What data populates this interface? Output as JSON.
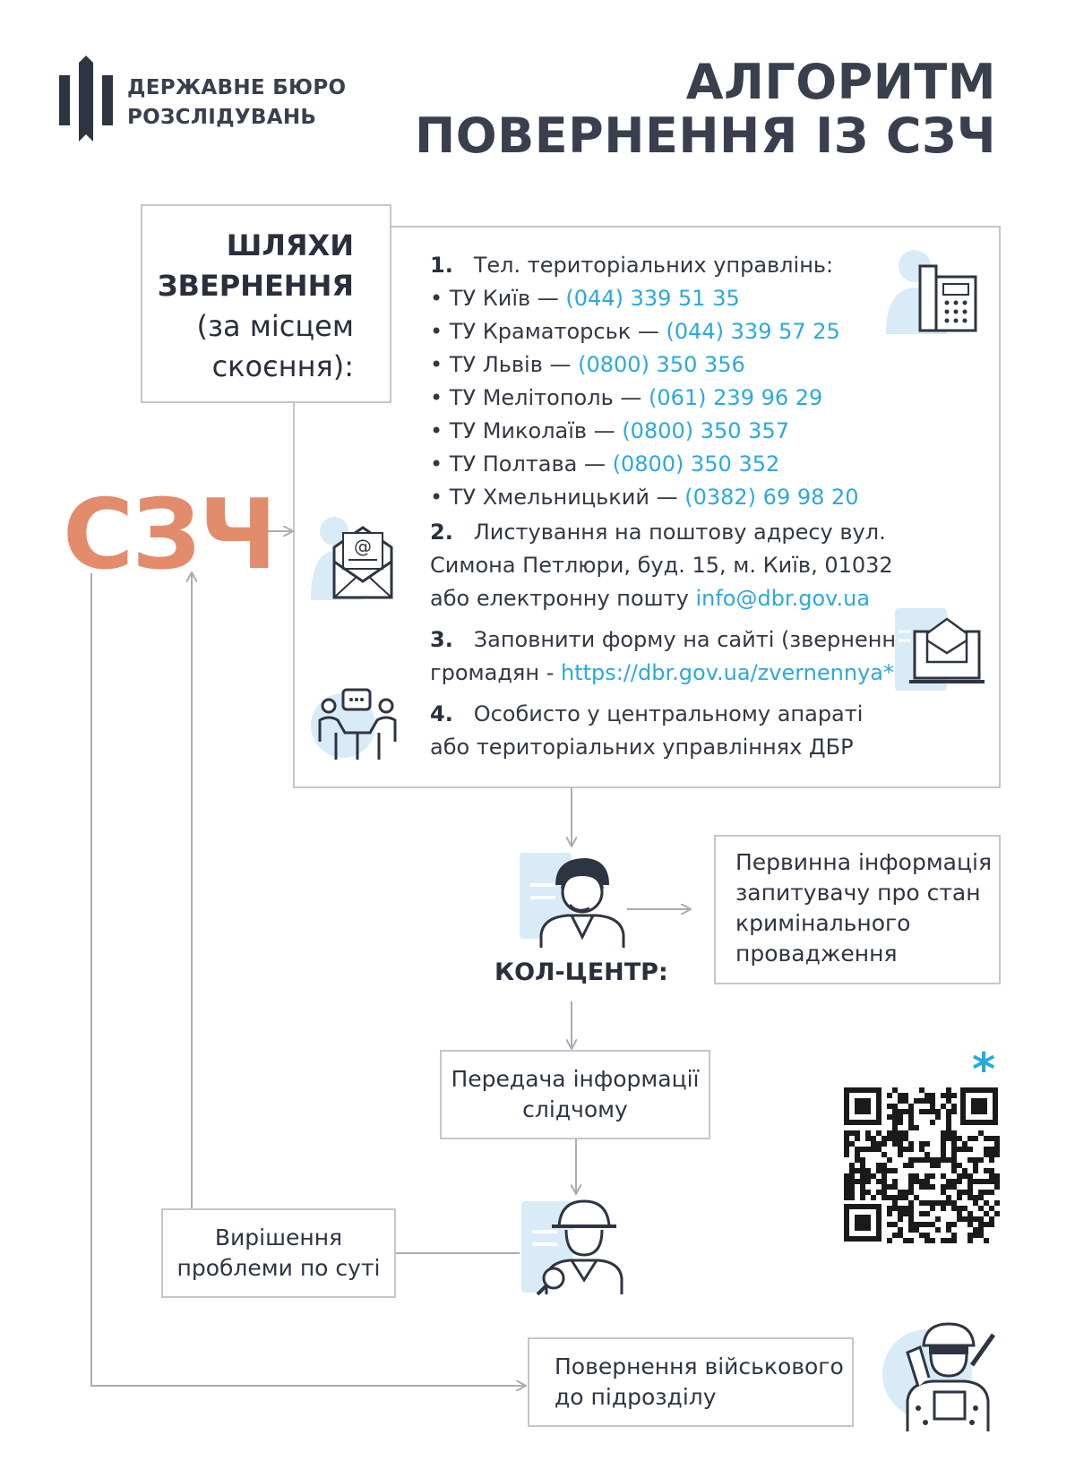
{
  "header": {
    "org_line1": "ДЕРЖАВНЕ БЮРО",
    "org_line2": "РОЗСЛІДУВАНЬ",
    "title_line1": "АЛГОРИТМ",
    "title_line2": "ПОВЕРНЕННЯ ІЗ СЗЧ"
  },
  "ways_box": {
    "line1": "ШЛЯХИ",
    "line2": "ЗВЕРНЕННЯ",
    "line3": "(за місцем",
    "line4": "скоєння):"
  },
  "szch": "СЗЧ",
  "contacts": {
    "item1_num": "1.",
    "item1_text": "Тел. територіальних управлінь:",
    "offices": [
      {
        "name": "ТУ Київ — ",
        "phone": "(044) 339 51 35"
      },
      {
        "name": "ТУ Краматорськ — ",
        "phone": "(044) 339 57 25"
      },
      {
        "name": "ТУ Львів — ",
        "phone": "(0800) 350 356"
      },
      {
        "name": "ТУ Мелітополь — ",
        "phone": "(061) 239 96 29"
      },
      {
        "name": "ТУ Миколаїв — ",
        "phone": "(0800) 350 357"
      },
      {
        "name": "ТУ Полтава — ",
        "phone": "(0800) 350 352"
      },
      {
        "name": "ТУ Хмельницький — ",
        "phone": "(0382) 69 98 20"
      }
    ],
    "item2_num": "2.",
    "item2_line1": "Листування на поштову адресу вул.",
    "item2_line2": "Симона Петлюри, буд. 15, м. Київ, 01032",
    "item2_line3": "або електронну пошту ",
    "item2_email": "info@dbr.gov.ua",
    "item3_num": "3.",
    "item3_line1": "Заповнити форму на сайті (звернення",
    "item3_line2": "громадян - ",
    "item3_link": "https://dbr.gov.ua/zvernennya*",
    "item3_close": ")",
    "item4_num": "4.",
    "item4_line1": "Особисто у центральному апараті",
    "item4_line2": "або територіальних управліннях ДБР"
  },
  "call_center": {
    "label": "КОЛ-ЦЕНТР:",
    "info_line1": "Первинна інформація",
    "info_line2": "запитувачу про стан",
    "info_line3": "кримінального",
    "info_line4": "провадження"
  },
  "transfer": {
    "line1": "Передача інформації",
    "line2": "слідчому"
  },
  "resolve": {
    "line1": "Вирішення",
    "line2": "проблеми по суті"
  },
  "return_box": {
    "line1": "Повернення військового",
    "line2": "до підрозділу"
  },
  "qr_note": "*",
  "colors": {
    "accent_blue": "#2aa9df",
    "szch_orange": "#e38c6c",
    "text_dark": "#3a3f4d",
    "icon_light": "#d8ebf7",
    "box_border": "#c3c6cc"
  },
  "icons": [
    "dbr-logo-icon",
    "phone-icon",
    "email-envelope-icon",
    "laptop-mail-icon",
    "meeting-icon",
    "operator-icon",
    "investigator-icon",
    "soldier-icon",
    "qr-code"
  ]
}
